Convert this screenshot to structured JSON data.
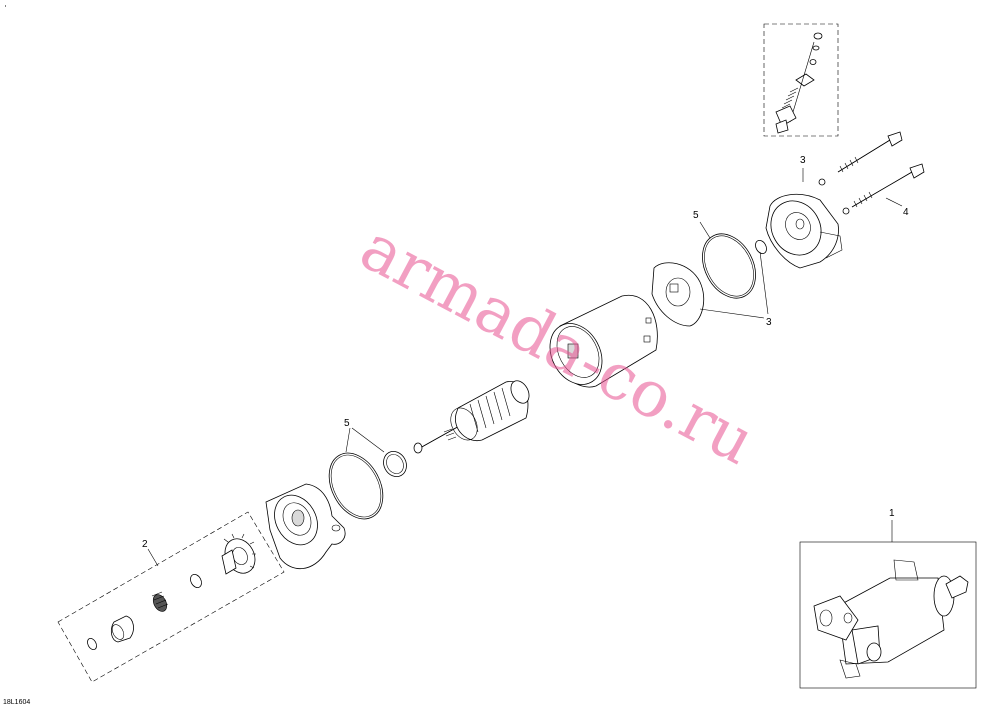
{
  "callouts": {
    "c1": "1",
    "c2": "2",
    "c3_top": "3",
    "c3_mid": "3",
    "c4": "4",
    "c5_top": "5",
    "c5_mid": "5"
  },
  "drawing_code": "18L1604",
  "watermark": "armada-co.ru",
  "colors": {
    "watermark": "#e8508f",
    "line": "#000000",
    "background": "#ffffff"
  }
}
